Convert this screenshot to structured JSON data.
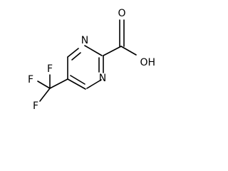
{
  "molecule": {
    "atoms": {
      "n_top": "N",
      "n_bottom": "N",
      "o_carbonyl": "O",
      "hydroxyl": "OH",
      "f_top": "F",
      "f_left": "F",
      "f_bottom": "F"
    }
  }
}
